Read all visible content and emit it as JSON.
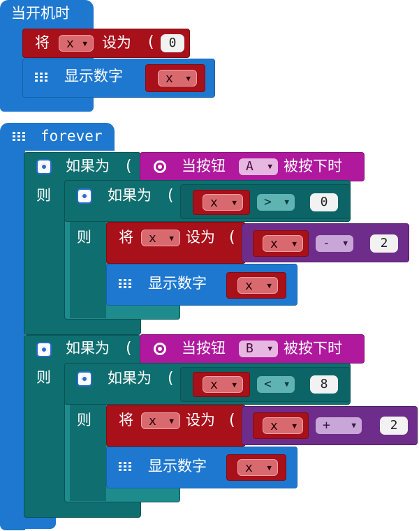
{
  "on_start": {
    "label": "当开机时",
    "set_label": "将",
    "set_var": "x",
    "set_to_label": "设为",
    "set_value": "0",
    "show_label": "显示数字",
    "show_var": "x"
  },
  "forever": {
    "label": "forever",
    "branch_a": {
      "if_label": "如果为",
      "then_label": "则",
      "event_label": "当按钮",
      "button": "A",
      "event_suffix": "被按下时",
      "inner_if_label": "如果为",
      "inner_then_label": "则",
      "cmp_var": "x",
      "cmp_op": ">",
      "cmp_value": "0",
      "set_label": "将",
      "set_var": "x",
      "set_to_label": "设为",
      "expr_var": "x",
      "expr_op": "-",
      "expr_value": "2",
      "show_label": "显示数字",
      "show_var": "x"
    },
    "branch_b": {
      "if_label": "如果为",
      "then_label": "则",
      "event_label": "当按钮",
      "button": "B",
      "event_suffix": "被按下时",
      "inner_if_label": "如果为",
      "inner_then_label": "则",
      "cmp_var": "x",
      "cmp_op": "<",
      "cmp_value": "8",
      "set_label": "将",
      "set_var": "x",
      "set_to_label": "设为",
      "expr_var": "x",
      "expr_op": "+",
      "expr_value": "2",
      "show_label": "显示数字",
      "show_var": "x"
    }
  },
  "colors": {
    "basic": "#1e78d0",
    "variables": "#a8101a",
    "logic": "#0f6e70",
    "math": "#6e2d8a",
    "input": "#b0189e"
  }
}
